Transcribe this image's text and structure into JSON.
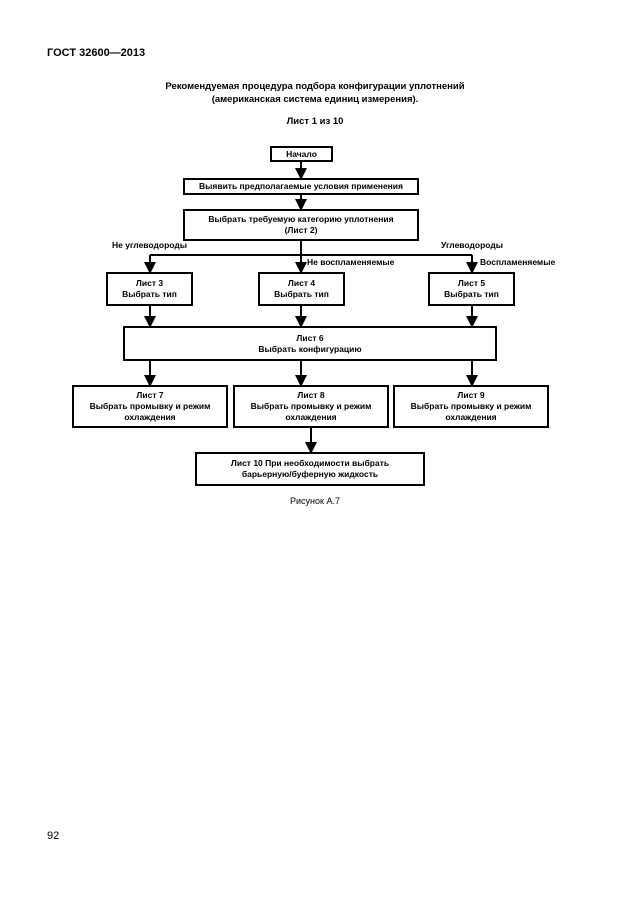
{
  "header": "ГОСТ 32600—2013",
  "title_line1": "Рекомендуемая процедура подбора конфигурации уплотнений",
  "title_line2": "(американская система единиц измерения).",
  "sheet_label": "Лист 1 из 10",
  "nodes": {
    "start": "Начало",
    "conditions": "Выявить предполагаемые условия применения",
    "category_l1": "Выбрать требуемую категорию уплотнения",
    "category_l2": "(Лист 2)",
    "sheet3_l1": "Лист 3",
    "sheet3_l2": "Выбрать тип",
    "sheet4_l1": "Лист 4",
    "sheet4_l2": "Выбрать тип",
    "sheet5_l1": "Лист 5",
    "sheet5_l2": "Выбрать тип",
    "sheet6_l1": "Лист 6",
    "sheet6_l2": "Выбрать конфигурацию",
    "sheet7_l1": "Лист 7",
    "sheet7_l2": "Выбрать промывку и режим",
    "sheet7_l3": "охлаждения",
    "sheet8_l1": "Лист 8",
    "sheet8_l2": "Выбрать промывку и режим",
    "sheet8_l3": "охлаждения",
    "sheet9_l1": "Лист 9",
    "sheet9_l2": "Выбрать промывку и режим",
    "sheet9_l3": "охлаждения",
    "sheet10_l1": "Лист 10 При необходимости выбрать",
    "sheet10_l2": "барьерную/буферную жидкость"
  },
  "branch_labels": {
    "non_hydrocarbons": "Не углеводороды",
    "hydrocarbons": "Углеводороды",
    "non_flammable": "Не воспламеняемые",
    "flammable": "Воспламеняемые"
  },
  "caption": "Рисунок А.7",
  "page_number": "92"
}
